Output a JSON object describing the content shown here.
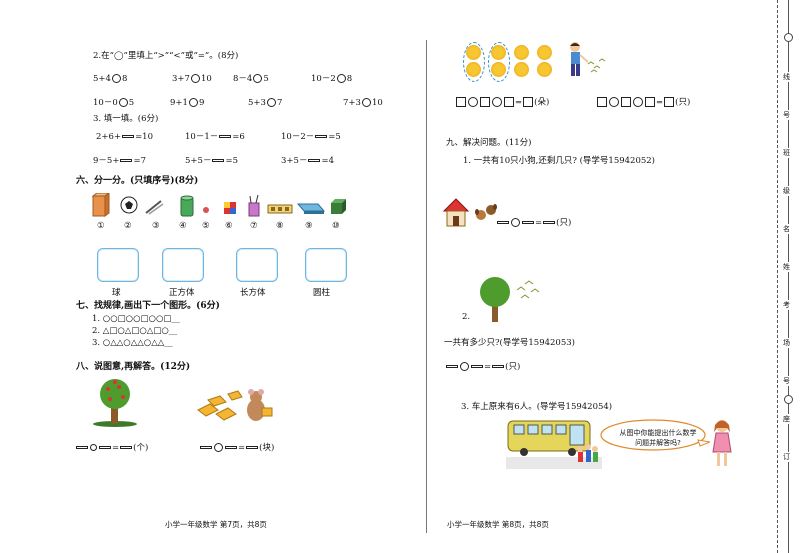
{
  "left": {
    "q2_title": "2.在“◯”里填上“>”“<”或“=”。(8分)",
    "q2_rows": [
      [
        "5+4",
        "8",
        "3+7",
        "10",
        "8－4",
        "5",
        "10－2",
        "8"
      ],
      [
        "10－0",
        "5",
        "9+1",
        "9",
        "5+3",
        "7",
        "7+3",
        "10"
      ]
    ],
    "q3_title": "3. 填一填。(6分)",
    "q3_row1": [
      "2+6+",
      "=10",
      "10－1－",
      "=6",
      "10－2－",
      "=5"
    ],
    "q3_row2": [
      "9－5+",
      "=7",
      "5+5－",
      "=5",
      "3+5－",
      "=4"
    ],
    "s6_title": "六、分一分。(只填序号)(8分)",
    "s6_numbers": [
      "①",
      "②",
      "③",
      "④",
      "⑤",
      "⑥",
      "⑦",
      "⑧",
      "⑨",
      "⑩"
    ],
    "s6_box_labels": [
      "球",
      "正方体",
      "长方体",
      "圆柱"
    ],
    "s7_title": "七、找规律,画出下一个图形。(6分)",
    "s7_rows": [
      "1. ○○□○○□○○□__",
      "2. △□○△□○△□○__",
      "3. ○△△○△△○△△__"
    ],
    "s8_title": "八、说图意,再解答。(12分)",
    "s8_unit1": "(个)",
    "s8_unit2": "(块)",
    "footer": "小学一年级数学  第7页，共8页"
  },
  "right": {
    "unit_top1": "(朵)",
    "unit_top2": "(只)",
    "s9_title": "九、解决问题。(11分)",
    "q1_text": "1. 一共有10只小狗,还剩几只? (导学号15942052)",
    "q1_unit": "(只)",
    "q2_label": "2.",
    "q2_text": "一共有多少只?(导学号15942053)",
    "q2_unit": "(只)",
    "q3_text": "3. 车上原来有6人。(导学号15942054)",
    "bubble": "从图中你能提出什么数学问题并解答吗?",
    "footer": "小学一年级数学  第8页，共8页"
  },
  "sidebar_chars": [
    "线",
    "号",
    "班",
    "级",
    "名",
    "姓",
    "考",
    "场",
    "号",
    "座",
    "订"
  ],
  "colors": {
    "box_border": "#6fb7e0",
    "tree_green": "#4e9b2e",
    "bubble_border": "#e08a2b"
  }
}
